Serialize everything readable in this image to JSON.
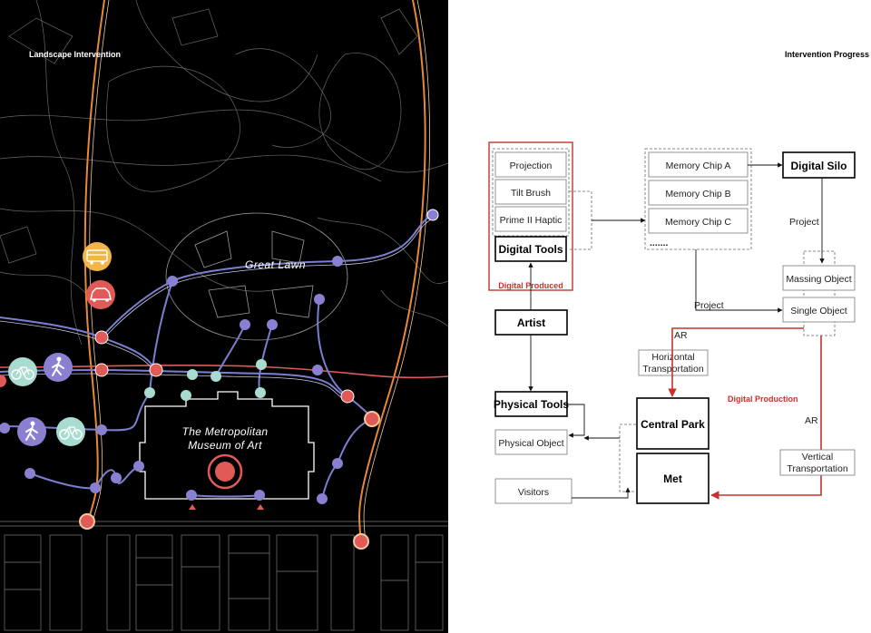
{
  "left_panel": {
    "title": "Landscape Intervention",
    "great_lawn_label": "Great Lawn",
    "museum_label_line1": "The Metropolitan",
    "museum_label_line2": "Museum of Art",
    "icons": {
      "bus": "bus-icon",
      "car": "car-icon",
      "bike": "bicycle-icon",
      "walk": "pedestrian-icon"
    },
    "colors": {
      "background": "#000000",
      "route_blue": "#7c7fd1",
      "route_orange": "#e8893a",
      "node_purple": "#8a80d2",
      "node_teal": "#a9dcd0",
      "node_red": "#e05a57",
      "bus_yellow": "#f2b54a"
    }
  },
  "right_panel": {
    "title": "Intervention Progress",
    "nodes": {
      "projection": "Projection",
      "tilt_brush": "Tilt Brush",
      "prime_haptic": "Prime II Haptic",
      "digital_tools": "Digital Tools",
      "digital_produced": "Digital Produced",
      "artist": "Artist",
      "memory_a": "Memory Chip A",
      "memory_b": "Memory Chip B",
      "memory_c": "Memory Chip C",
      "memory_more": ".......",
      "digital_silo": "Digital Silo",
      "massing_object": "Massing Object",
      "single_object": "Single Object",
      "horizontal_line1": "Horizontal",
      "horizontal_line2": "Transportation",
      "physical_tools": "Physical Tools",
      "physical_object": "Physical Object",
      "central_park": "Central Park",
      "met": "Met",
      "visitors": "Visitors",
      "vertical_line1": "Vertical",
      "vertical_line2": "Transportation"
    },
    "edge_labels": {
      "project_silo": "Project",
      "project_chips": "Project",
      "ar_horizontal": "AR",
      "ar_vertical": "AR",
      "digital_production": "Digital Production"
    },
    "colors": {
      "accent_red": "#c8322d"
    }
  }
}
